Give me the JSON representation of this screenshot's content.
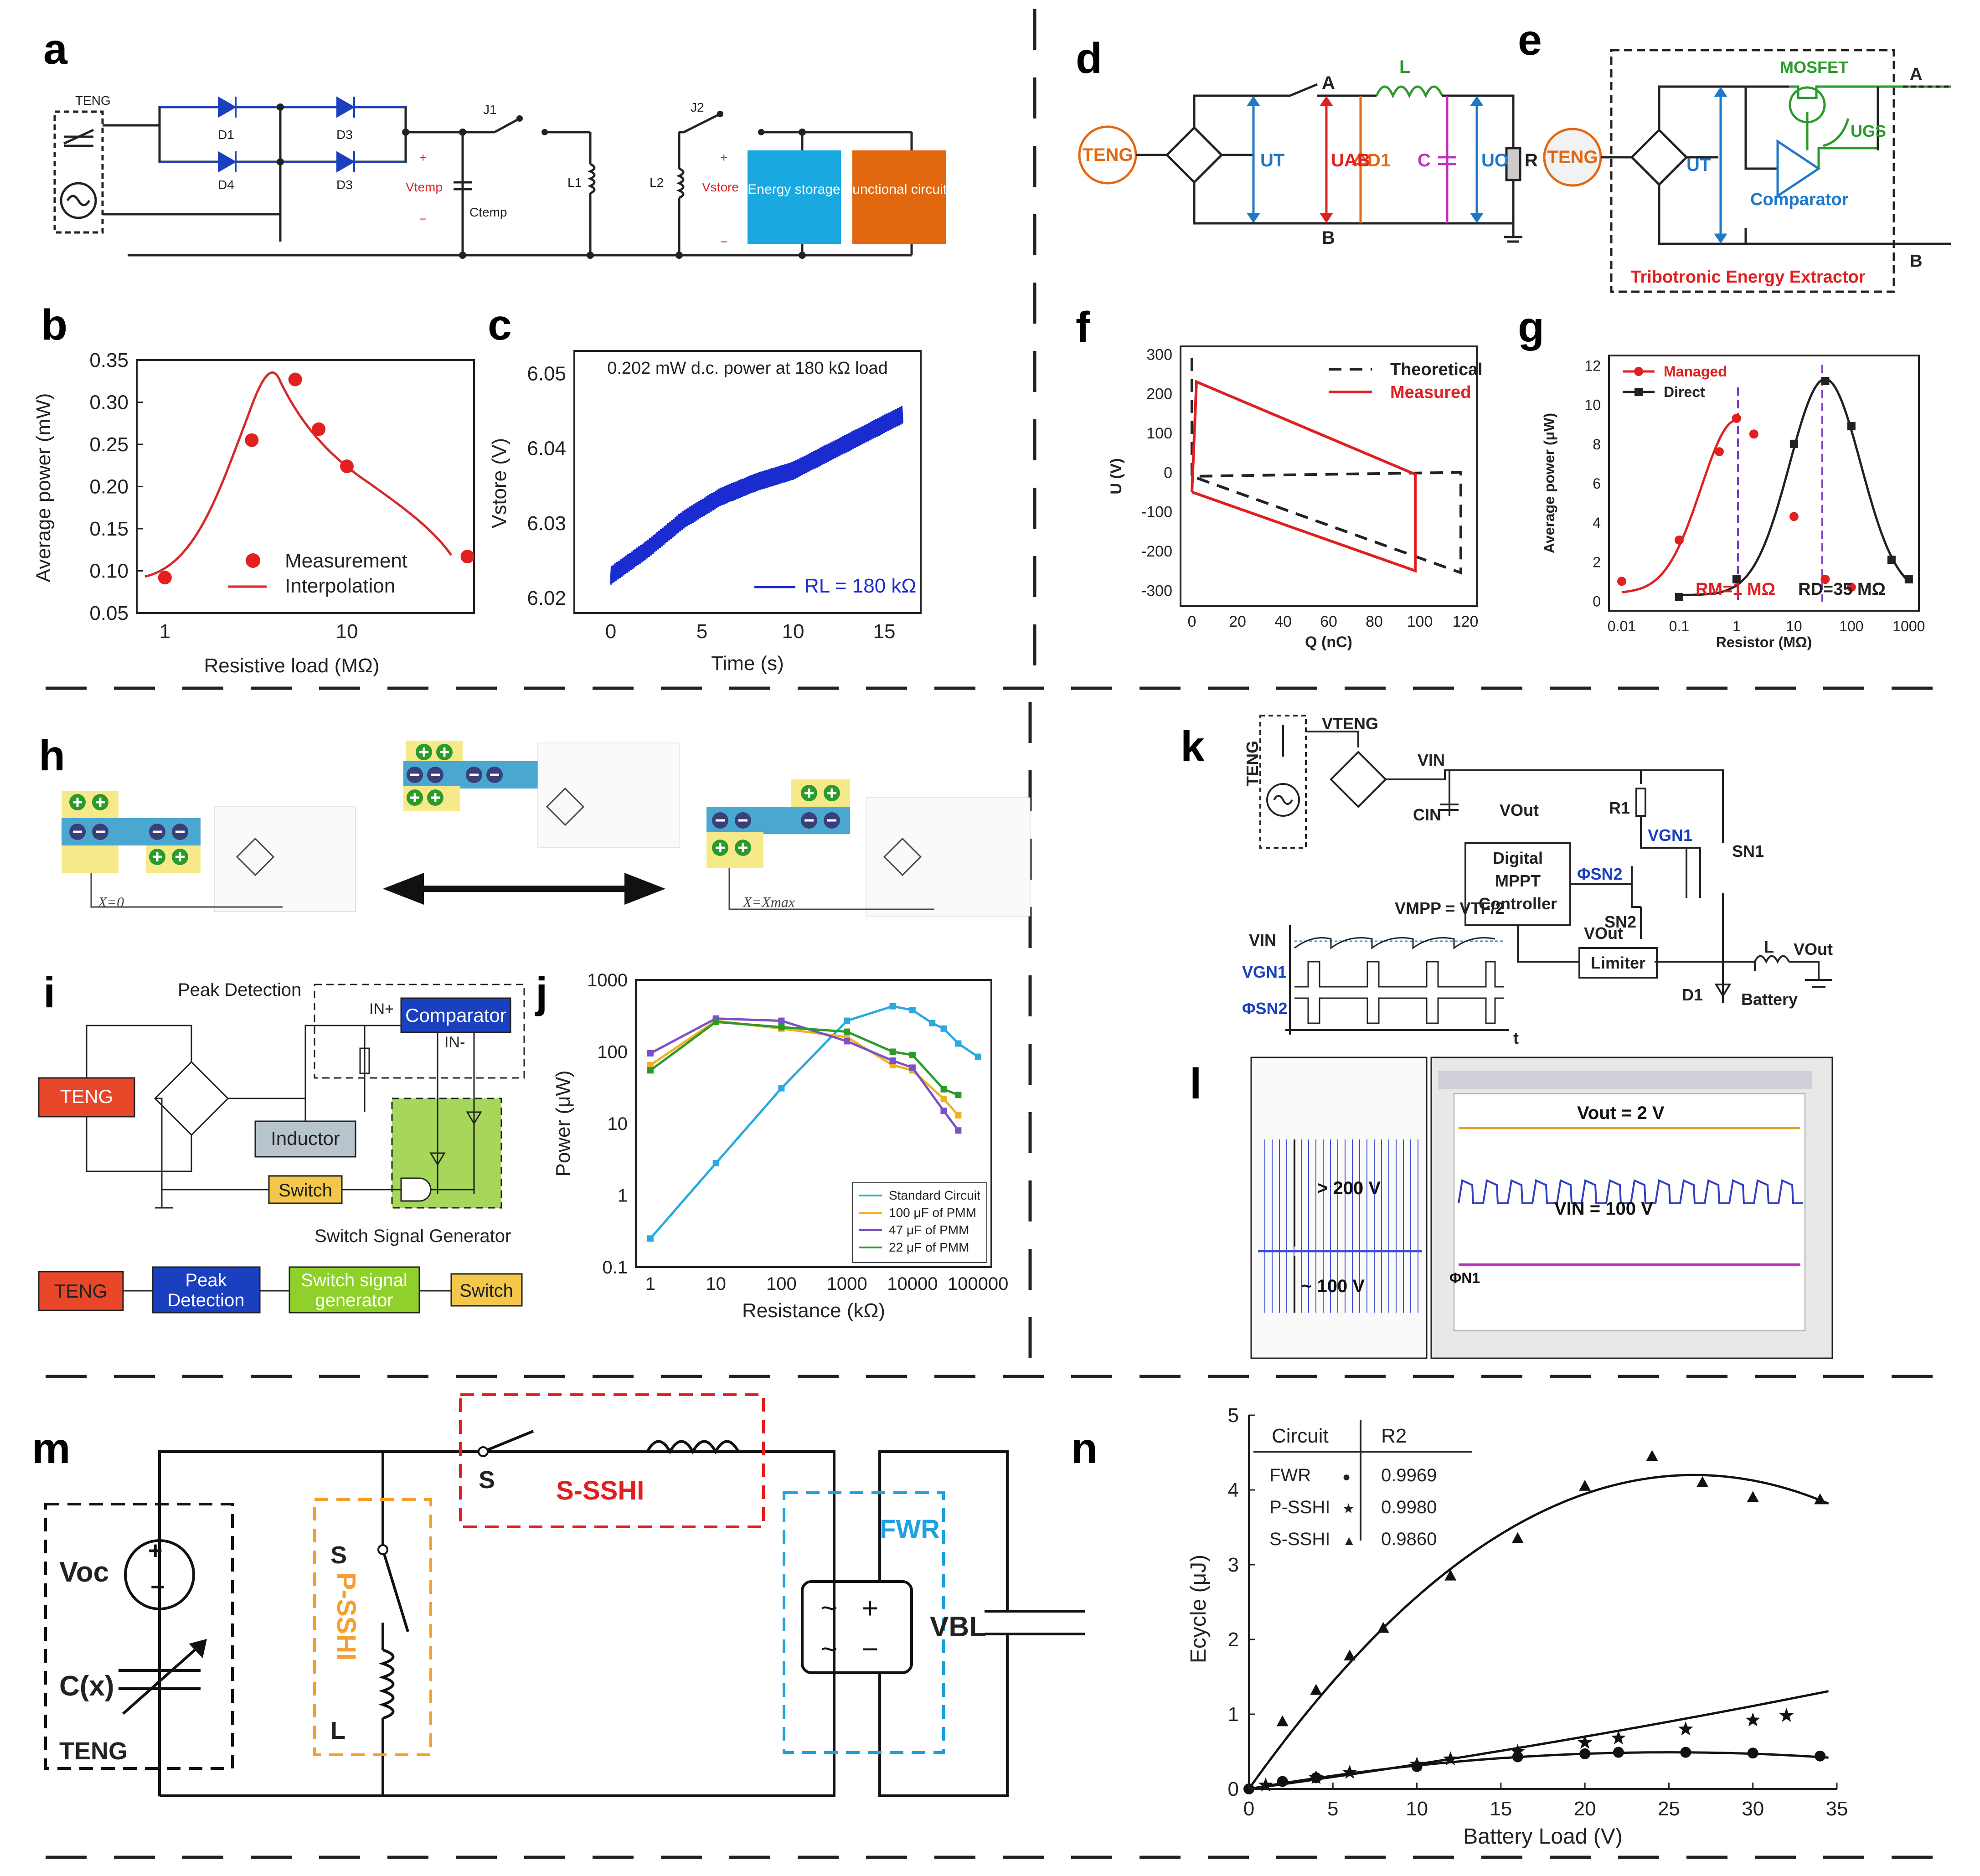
{
  "panel_letters": {
    "a": "a",
    "b": "b",
    "c": "c",
    "d": "d",
    "e": "e",
    "f": "f",
    "g": "g",
    "h": "h",
    "i": "i",
    "j": "j",
    "k": "k",
    "l": "l",
    "m": "m",
    "n": "n"
  },
  "a": {
    "teng": "TENG",
    "d1": "D1",
    "d3a": "D3",
    "d4": "D4",
    "d3b": "D3",
    "j1": "J1",
    "j2": "J2",
    "l1": "L1",
    "l2": "L2",
    "vtemp": "Vtemp",
    "ctemp": "Ctemp",
    "vstore": "Vstore",
    "plus": "+",
    "minus": "−",
    "energy_storage": "Energy storage",
    "functional_circuits": "Functional circuits"
  },
  "b": {
    "ylabel": "Average power (mW)",
    "xlabel": "Resistive load (MΩ)",
    "legend_meas": "Measurement",
    "legend_interp": "Interpolation",
    "yticks": [
      "0.05",
      "0.10",
      "0.15",
      "0.20",
      "0.25",
      "0.30",
      "0.35"
    ],
    "xticks": [
      "1",
      "10"
    ]
  },
  "c": {
    "ylabel": "Vstore (V)",
    "xlabel": "Time (s)",
    "annotation": "0.202 mW d.c. power at 180 kΩ load",
    "legend": "RL = 180 kΩ",
    "yticks": [
      "6.02",
      "6.03",
      "6.04",
      "6.05"
    ],
    "xticks": [
      "0",
      "5",
      "10",
      "15"
    ]
  },
  "d": {
    "teng": "TENG",
    "ut": "UT",
    "uab": "UAB",
    "d1": "D1",
    "c": "C",
    "uo": "UO",
    "r": "R",
    "l": "L",
    "a": "A",
    "b": "B"
  },
  "e": {
    "teng": "TENG",
    "ut": "UT",
    "mosfet": "MOSFET",
    "ugs": "UGS",
    "comparator": "Comparator",
    "title": "Tribotronic Energy Extractor",
    "a": "A",
    "b": "B"
  },
  "f": {
    "ylabel": "U (V)",
    "xlabel": "Q (nC)",
    "legend_theory": "Theoretical",
    "legend_meas": "Measured",
    "yticks": [
      "300",
      "200",
      "100",
      "0",
      "-100",
      "-200",
      "-300"
    ],
    "xticks": [
      "0",
      "20",
      "40",
      "60",
      "80",
      "100",
      "120"
    ]
  },
  "g": {
    "ylabel": "Average power (μW)",
    "xlabel": "Resistor (MΩ)",
    "legend_managed": "Managed",
    "legend_direct": "Direct",
    "rm": "RM=1 MΩ",
    "rd": "RD=35 MΩ",
    "yticks": [
      "0",
      "2",
      "4",
      "6",
      "8",
      "10",
      "12"
    ],
    "xticks": [
      "0.01",
      "0.1",
      "1",
      "10",
      "100",
      "1000"
    ]
  },
  "h": {
    "x0": "X=0",
    "xmax": "X=Xmax"
  },
  "i": {
    "peak": "Peak Detection",
    "teng": "TENG",
    "comparator": "Comparator",
    "inp": "IN+",
    "inm": "IN-",
    "inductor": "Inductor",
    "switch": "Switch",
    "ssg": "Switch Signal Generator",
    "flow_teng": "TENG",
    "flow_peak1": "Peak",
    "flow_peak2": "Detection",
    "flow_ssg1": "Switch signal",
    "flow_ssg2": "generator",
    "flow_switch": "Switch"
  },
  "j": {
    "ylabel": "Power (μW)",
    "xlabel": "Resistance (kΩ)",
    "legend": [
      "Standard Circuit",
      "100 μF of PMM",
      "47 μF of PMM",
      "22 μF of PMM"
    ],
    "yticks": [
      "0.1",
      "1",
      "10",
      "100",
      "1000"
    ],
    "xticks": [
      "1",
      "10",
      "100",
      "1000",
      "10000",
      "100000"
    ]
  },
  "k": {
    "teng": "TENG",
    "vteng": "VTENG",
    "vin": "VIN",
    "cin": "CIN",
    "vout1": "VOut",
    "vout2": "VOut",
    "vout3": "VOut",
    "mppt1": "Digital",
    "mppt2": "MPPT",
    "mppt3": "Controller",
    "r1": "R1",
    "vgn1": "VGN1",
    "sn1": "SN1",
    "sn2": "SN2",
    "phisn2": "ΦSN2",
    "limiter": "Limiter",
    "l": "L",
    "d1": "D1",
    "battery": "Battery",
    "vmpp": "VMPP = VTF/2",
    "wave_vin": "VIN",
    "wave_vgn1": "VGN1",
    "wave_phi": "ΦSN2",
    "t": "t"
  },
  "l": {
    "v200": "> 200 V",
    "v100": "~ 100 V",
    "vout": "Vout = 2 V",
    "vin": "VIN = 100 V",
    "phi": "ΦN1"
  },
  "m": {
    "voc": "Voc",
    "cx": "C(x)",
    "teng": "TENG",
    "s1": "S",
    "s2": "S",
    "sssh": "S-SSHI",
    "psshi": "P-SSHI",
    "l": "L",
    "fwr": "FWR",
    "vbl": "VBL"
  },
  "n": {
    "ylabel": "Ecycle (μJ)",
    "xlabel": "Battery Load (V)",
    "table_h1": "Circuit",
    "table_h2": "R2",
    "rows": [
      {
        "name": "FWR",
        "r2": "0.9969"
      },
      {
        "name": "P-SSHI",
        "r2": "0.9980"
      },
      {
        "name": "S-SSHI",
        "r2": "0.9860"
      }
    ],
    "yticks": [
      "0",
      "1",
      "2",
      "3",
      "4",
      "5"
    ],
    "xticks": [
      "0",
      "5",
      "10",
      "15",
      "20",
      "25",
      "30",
      "35"
    ]
  },
  "chart_data": [
    {
      "panel": "b",
      "type": "scatter",
      "xscale": "log",
      "xlim": [
        0.7,
        50
      ],
      "ylim": [
        0.05,
        0.35
      ],
      "series": [
        {
          "name": "Measurement",
          "x": [
            1,
            3,
            5.2,
            7,
            10,
            46
          ],
          "y": [
            0.092,
            0.255,
            0.327,
            0.268,
            0.224,
            0.117
          ]
        }
      ],
      "xlabel": "Resistive load (MΩ)",
      "ylabel": "Average power (mW)"
    },
    {
      "panel": "c",
      "type": "line",
      "xlim": [
        -2,
        17
      ],
      "ylim": [
        6.018,
        6.053
      ],
      "series": [
        {
          "name": "RL = 180 kΩ",
          "x": [
            0,
            2,
            4,
            6,
            8,
            10,
            12,
            14,
            16
          ],
          "y": [
            6.023,
            6.0265,
            6.0305,
            6.0335,
            6.0355,
            6.037,
            6.0395,
            6.042,
            6.0445
          ]
        }
      ],
      "xlabel": "Time (s)",
      "ylabel": "Vstore (V)"
    },
    {
      "panel": "f",
      "type": "line",
      "xlim": [
        -5,
        125
      ],
      "ylim": [
        -340,
        320
      ],
      "series": [
        {
          "name": "Theoretical",
          "x": [
            0,
            0,
            118,
            118,
            0
          ],
          "y": [
            290,
            -10,
            0,
            -255,
            -10
          ]
        },
        {
          "name": "Measured",
          "x": [
            0,
            2,
            98,
            98,
            0,
            0
          ],
          "y": [
            -50,
            230,
            -5,
            -250,
            -50,
            -50
          ]
        }
      ],
      "xlabel": "Q (nC)",
      "ylabel": "U (V)"
    },
    {
      "panel": "g",
      "type": "scatter",
      "xscale": "log",
      "xlim": [
        0.006,
        1500
      ],
      "ylim": [
        -0.5,
        12.5
      ],
      "series": [
        {
          "name": "Managed",
          "x": [
            0.01,
            0.1,
            0.5,
            1,
            2,
            10,
            35,
            100
          ],
          "y": [
            1,
            3.1,
            7.6,
            9.3,
            8.5,
            4.3,
            1.1,
            0.7
          ]
        },
        {
          "name": "Direct",
          "x": [
            0.1,
            1,
            10,
            35,
            100,
            500,
            1000
          ],
          "y": [
            0.2,
            1.1,
            8,
            11.2,
            8.9,
            2.1,
            1.1
          ]
        }
      ],
      "xlabel": "Resistor (MΩ)",
      "ylabel": "Average power (μW)"
    },
    {
      "panel": "j",
      "type": "line",
      "xscale": "log",
      "yscale": "log",
      "xlim": [
        0.6,
        160000
      ],
      "ylim": [
        0.1,
        1000
      ],
      "series": [
        {
          "name": "Standard Circuit",
          "x": [
            1,
            10,
            100,
            1000,
            5000,
            10000,
            20000,
            30000,
            50000,
            100000
          ],
          "y": [
            0.25,
            2.8,
            31,
            270,
            430,
            380,
            250,
            210,
            130,
            85
          ]
        },
        {
          "name": "100 μF of PMM",
          "x": [
            1,
            10,
            100,
            1000,
            5000,
            10000,
            30000,
            50000
          ],
          "y": [
            65,
            270,
            210,
            160,
            65,
            55,
            22,
            13
          ]
        },
        {
          "name": "47 μF of PMM",
          "x": [
            1,
            10,
            100,
            1000,
            5000,
            10000,
            30000,
            50000
          ],
          "y": [
            95,
            290,
            270,
            140,
            75,
            60,
            15,
            8
          ]
        },
        {
          "name": "22 μF of PMM",
          "x": [
            1,
            10,
            100,
            1000,
            5000,
            10000,
            30000,
            50000
          ],
          "y": [
            55,
            260,
            220,
            190,
            100,
            90,
            30,
            25
          ]
        }
      ],
      "xlabel": "Resistance (kΩ)",
      "ylabel": "Power (μW)"
    },
    {
      "panel": "n",
      "type": "scatter",
      "xlim": [
        0,
        35
      ],
      "ylim": [
        0,
        5
      ],
      "series": [
        {
          "name": "FWR",
          "x": [
            0,
            2,
            4,
            10,
            16,
            20,
            22,
            26,
            30,
            34
          ],
          "y": [
            0,
            0.1,
            0.15,
            0.3,
            0.43,
            0.47,
            0.49,
            0.49,
            0.48,
            0.44
          ]
        },
        {
          "name": "P-SSHI",
          "x": [
            1,
            4,
            6,
            10,
            12,
            16,
            20,
            22,
            26,
            30,
            32
          ],
          "y": [
            0.05,
            0.15,
            0.22,
            0.33,
            0.4,
            0.5,
            0.62,
            0.68,
            0.8,
            0.92,
            0.98
          ]
        },
        {
          "name": "S-SSHI",
          "x": [
            2,
            4,
            6,
            8,
            12,
            16,
            20,
            24,
            27,
            30,
            34
          ],
          "y": [
            0.9,
            1.32,
            1.78,
            2.15,
            2.85,
            3.35,
            4.05,
            4.45,
            4.1,
            3.9,
            3.87
          ]
        }
      ],
      "xlabel": "Battery Load (V)",
      "ylabel": "Ecycle (μJ)"
    }
  ]
}
